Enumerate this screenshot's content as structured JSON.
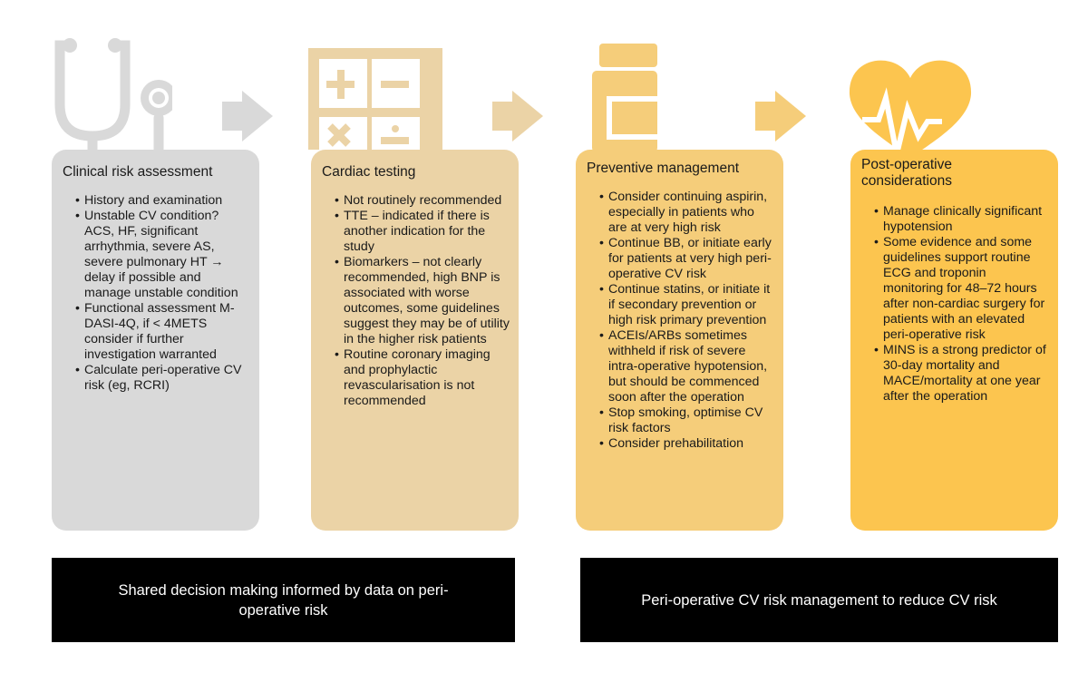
{
  "colors": {
    "gray": "#d9d9d9",
    "tan": "#ebd3a6",
    "light_orange": "#f5cd7a",
    "orange": "#fcc54f",
    "bar": "#000000"
  },
  "panels": [
    {
      "title": "Clinical risk assessment",
      "icon": "stethoscope-icon",
      "items": [
        "History and examination",
        "Unstable CV condition? ACS, HF, significant arrhythmia, severe AS, severe pulmonary HT → delay if possible and manage unstable condition",
        "Functional assessment M-DASI-4Q, if < 4METS consider if further investigation warranted",
        "Calculate peri-operative CV risk (eg, RCRI)"
      ]
    },
    {
      "title": "Cardiac testing",
      "icon": "calculator-icon",
      "items": [
        "Not routinely recommended",
        "TTE – indicated if there is another indication for the study",
        "Biomarkers – not clearly recommended, high BNP is associated with worse outcomes, some guidelines suggest they may be of utility in the higher risk patients",
        "Routine coronary imaging and prophylactic revascularisation is not recommended"
      ]
    },
    {
      "title": "Preventive management",
      "icon": "medicine-bottle-icon",
      "items": [
        "Consider continuing aspirin, especially in patients who are at very high risk",
        "Continue BB, or initiate early for patients at very high peri-operative CV risk",
        "Continue statins, or initiate it if secondary prevention or high risk primary prevention",
        "ACEIs/ARBs sometimes withheld if risk of severe intra-operative hypotension, but should be commenced soon after the operation",
        "Stop smoking, optimise CV risk factors",
        "Consider prehabilitation"
      ]
    },
    {
      "title": "Post-operative considerations",
      "icon": "heart-pulse-icon",
      "items": [
        "Manage clinically significant hypotension",
        "Some evidence and some guidelines support routine ECG and troponin monitoring for 48–72 hours after non-cardiac surgery for patients with an elevated peri-operative risk",
        "MINS is a strong predictor of 30-day mortality and MACE/mortality at one year after the operation"
      ]
    }
  ],
  "bars": [
    "Shared decision making informed by data on peri-operative risk",
    "Peri-operative CV risk management to reduce CV risk"
  ]
}
